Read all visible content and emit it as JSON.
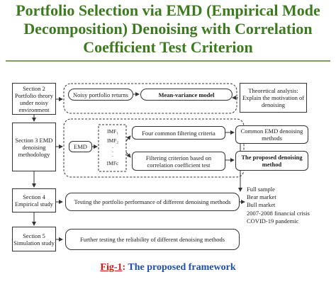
{
  "title": "Portfolio Selection via EMD (Empirical Mode Decomposition) Denoising with Correlation Coefficient Test Criterion",
  "sections": [
    {
      "label": "Section 2 Portfolio theory under noisy environment"
    },
    {
      "label": "Section 3 EMD denoising methodology"
    },
    {
      "label": "Section 4 Empirical study"
    },
    {
      "label": "Section 5 Simulation study"
    }
  ],
  "row1": {
    "noisy_returns": "Noisy portfolio returns",
    "mean_variance": "Mean-variance model",
    "theoretical": "Theoretical analysis: Explain the motivation of denoising"
  },
  "row2": {
    "emd": "EMD",
    "imfs": [
      "IMF₁",
      "IMF₂",
      "·",
      "·",
      "·",
      "IMFc"
    ],
    "four_criteria": "Four common filtering criteria",
    "common_methods": "Common EMD denoising methods",
    "cc_criterion": "Filtering criterion based on correlation coefficient test",
    "proposed_method": "The proposed denoising method"
  },
  "row3": {
    "testing": "Testing the portfolio performance of different denoising methods",
    "markets": [
      "Full sample",
      "Bear market",
      "Bull market",
      "2007-2008 financial crisis",
      "COVID-19  pandemic"
    ]
  },
  "row4": {
    "further": "Further testing the reliability of different denoising methods"
  },
  "caption": {
    "fig": "Fig-1",
    "sep": ":",
    "text": " The proposed framework"
  },
  "colors": {
    "title": "#3d7a1f",
    "caption_fig": "#d01818",
    "caption_text": "#1e4fa8",
    "rule": "#7aa05a"
  }
}
